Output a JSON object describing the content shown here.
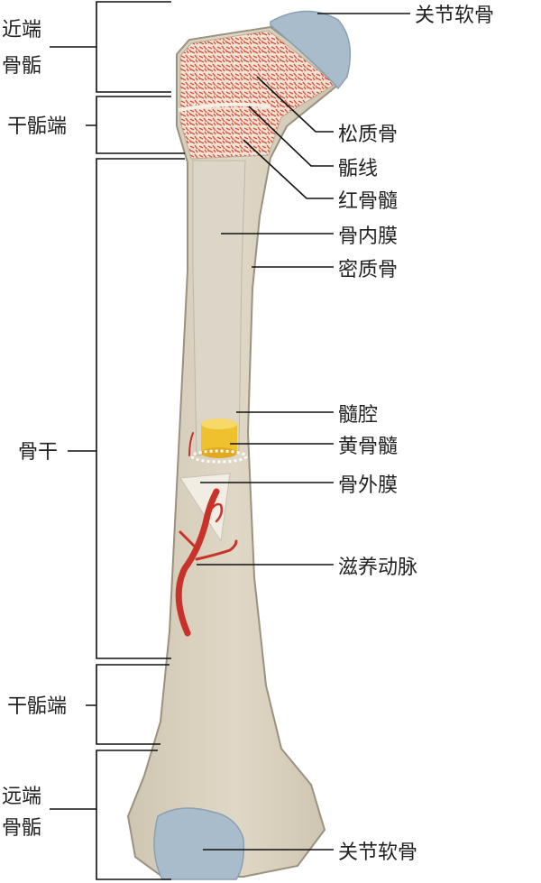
{
  "left_labels": {
    "proximal_epiphysis": [
      "近端",
      "骨骺"
    ],
    "metaphysis_top": "干骺端",
    "diaphysis": "骨干",
    "metaphysis_bottom": "干骺端",
    "distal_epiphysis": [
      "远端",
      "骨骺"
    ]
  },
  "right_labels": {
    "articular_cartilage_top": "关节软骨",
    "spongy_bone": "松质骨",
    "epiphyseal_line": "骺线",
    "red_marrow": "红骨髓",
    "endosteum": "骨内膜",
    "compact_bone": "密质骨",
    "medullary_cavity": "髓腔",
    "yellow_marrow": "黄骨髓",
    "periosteum": "骨外膜",
    "nutrient_artery": "滋养动脉",
    "articular_cartilage_bottom": "关节软骨"
  },
  "colors": {
    "bone": "#d9d0bd",
    "cartilage": "#a9bccb",
    "red_marrow": "#d2553d",
    "yellow_marrow": "#f0c12e",
    "artery": "#c8322a"
  }
}
